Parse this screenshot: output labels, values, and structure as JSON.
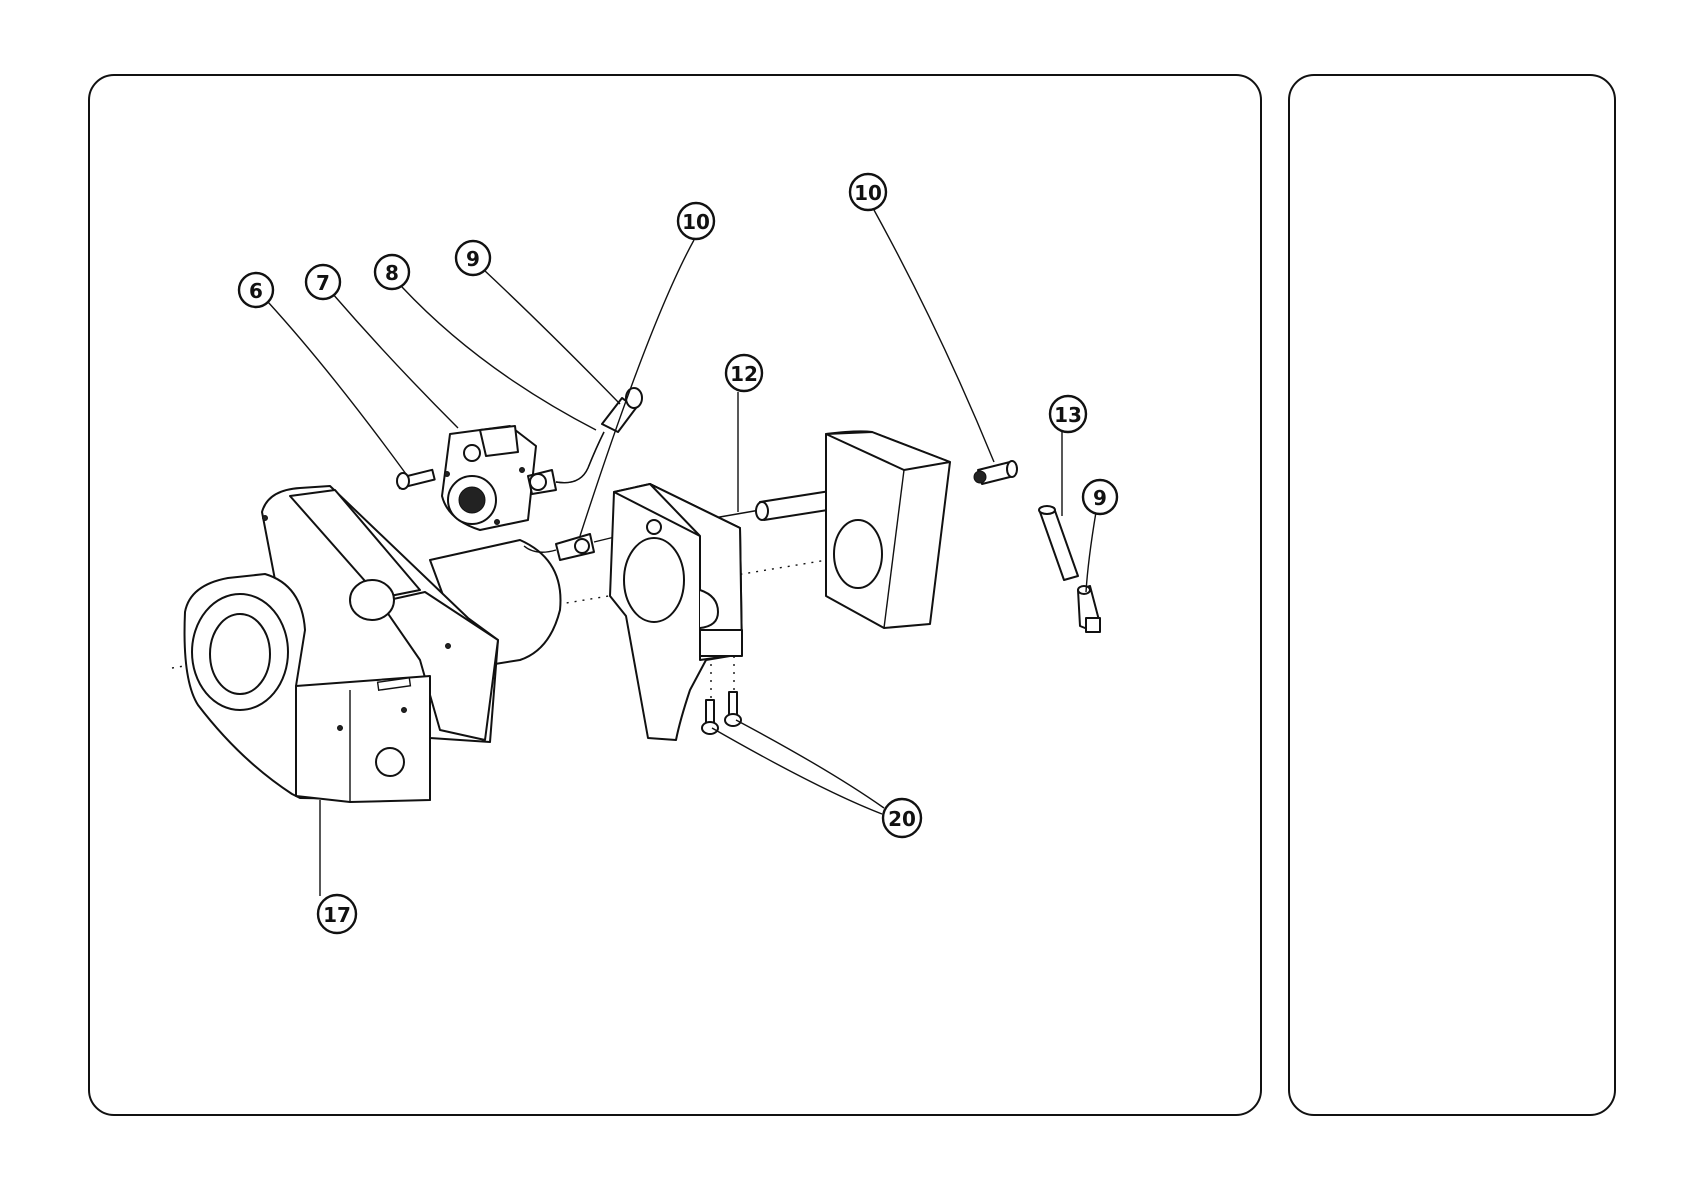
{
  "callouts": [
    {
      "id": "c6",
      "label": "6"
    },
    {
      "id": "c7",
      "label": "7"
    },
    {
      "id": "c8",
      "label": "8"
    },
    {
      "id": "c9a",
      "label": "9"
    },
    {
      "id": "c10a",
      "label": "10"
    },
    {
      "id": "c10b",
      "label": "10"
    },
    {
      "id": "c12",
      "label": "12"
    },
    {
      "id": "c13",
      "label": "13"
    },
    {
      "id": "c9b",
      "label": "9"
    },
    {
      "id": "c20",
      "label": "20"
    },
    {
      "id": "c17",
      "label": "17"
    }
  ],
  "colors": {
    "line": "#111111",
    "background": "#ffffff"
  }
}
